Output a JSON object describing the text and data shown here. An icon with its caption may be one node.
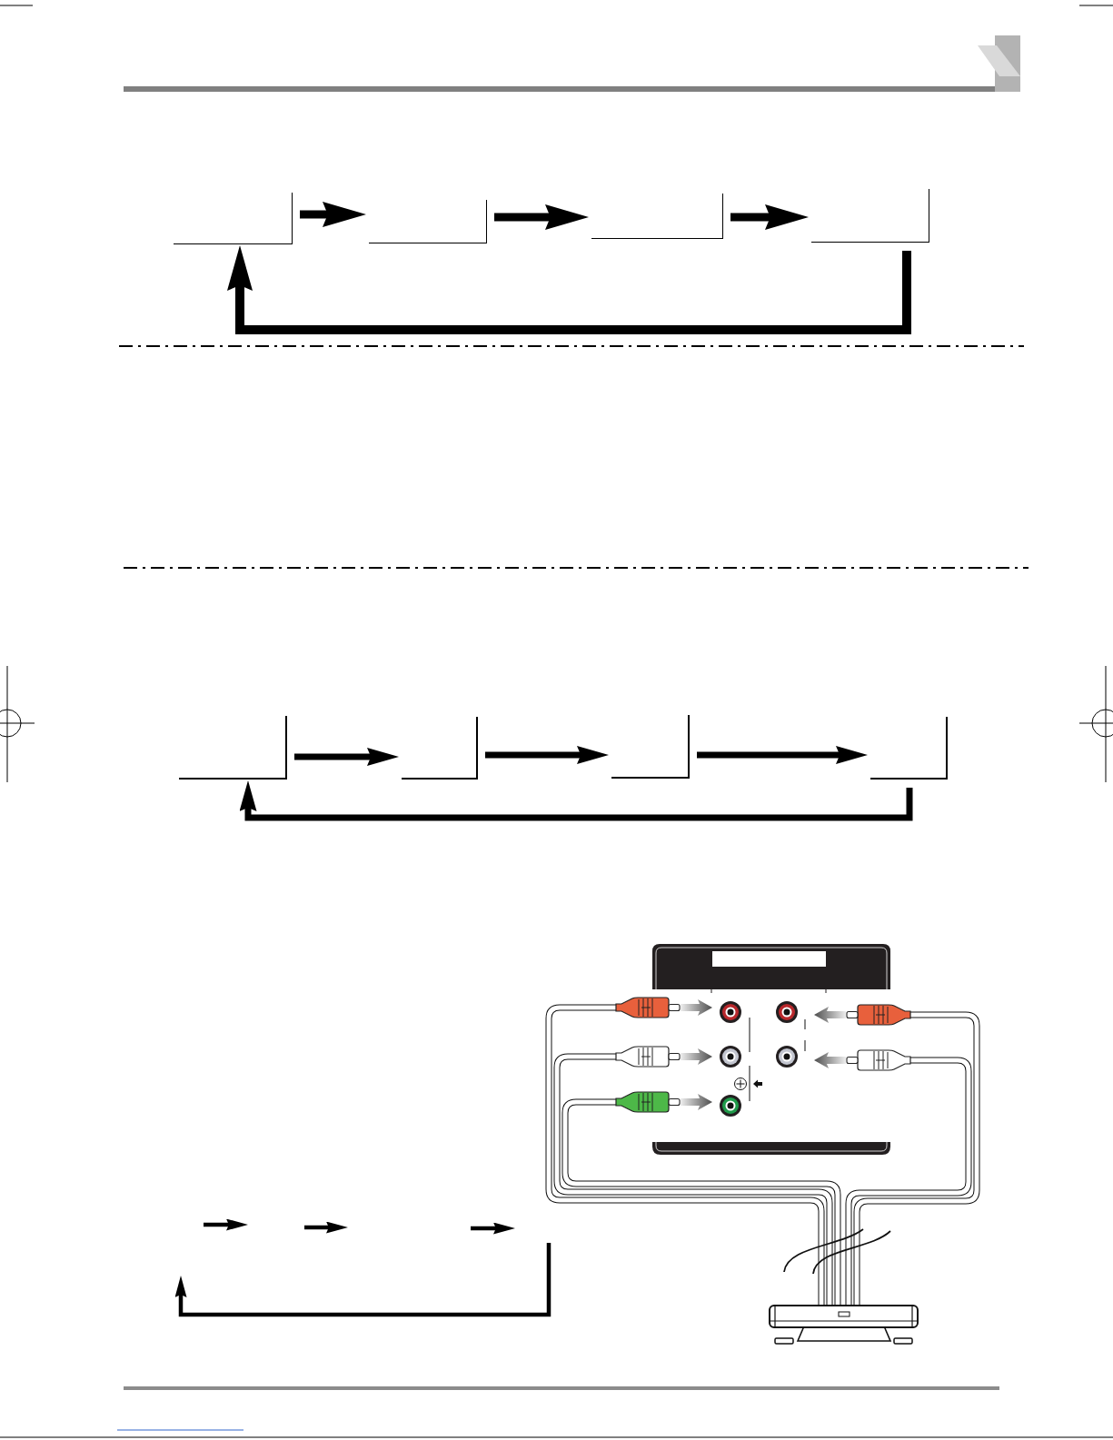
{
  "diagram": {
    "nodes": [
      {
        "text": [],
        "shape": "bracket"
      },
      {
        "text": [],
        "shape": "bracket"
      },
      {
        "text": [],
        "shape": "bracket"
      },
      {
        "text": [],
        "shape": "bracket"
      },
      {
        "text": [],
        "shape": "bracket"
      },
      {
        "text": [],
        "shape": "bracket"
      },
      {
        "text": [],
        "shape": "bracket"
      },
      {
        "text": [],
        "shape": "bracket"
      }
    ],
    "edges": [
      {
        "from": 0,
        "to": 1,
        "arrow": "to"
      },
      {
        "from": 1,
        "to": 2,
        "arrow": "to"
      },
      {
        "from": 2,
        "to": 3,
        "arrow": "to"
      },
      {
        "from": 3,
        "to": 0,
        "arrow": "to"
      },
      {
        "from": 4,
        "to": 5,
        "arrow": "to"
      },
      {
        "from": 5,
        "to": 6,
        "arrow": "to"
      },
      {
        "from": 6,
        "to": 7,
        "arrow": "to"
      },
      {
        "from": 7,
        "to": 4,
        "arrow": "to"
      }
    ]
  }
}
